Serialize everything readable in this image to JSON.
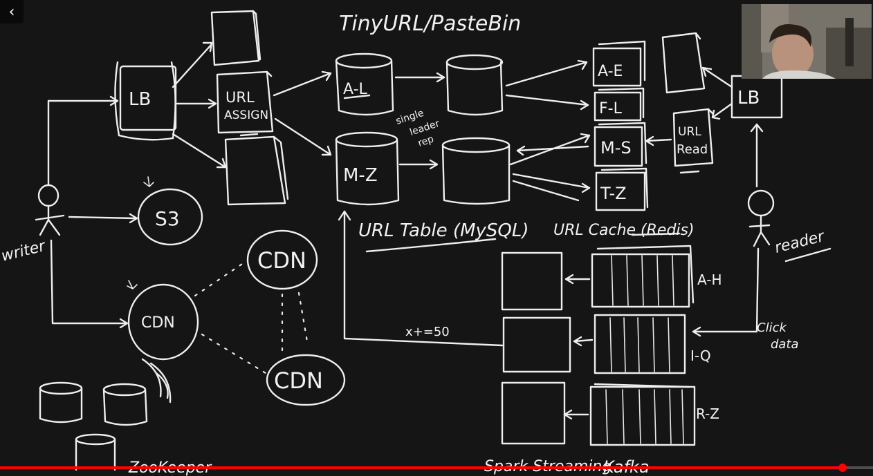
{
  "board": {
    "title": "TinyURL/PasteBin",
    "writer": "writer",
    "reader": "reader",
    "lb_left": "LB",
    "lb_right": "LB",
    "url_assign": [
      "URL",
      "ASSIGN"
    ],
    "url_read": [
      "URL",
      "Read"
    ],
    "s3": "S3",
    "cdn_main": "CDN",
    "cdn_top": "CDN",
    "cdn_bottom": "CDN",
    "db_shards": [
      "A-L",
      "M-Z"
    ],
    "replication_note": [
      "single",
      "leader",
      "rep"
    ],
    "url_table": "URL Table (MySQL)",
    "cache_shards": [
      "A-E",
      "F-L",
      "M-S",
      "T-Z"
    ],
    "url_cache": "URL Cache (Redis)",
    "kafka_partitions": [
      "A-H",
      "I-Q",
      "R-Z"
    ],
    "click_data": [
      "Click",
      "data"
    ],
    "x_count": "x+=50",
    "zookeeper": "ZooKeeper",
    "spark_streaming": "Spark Streaming",
    "kafka": "Kafka"
  },
  "video": {
    "progress_fraction": 0.965,
    "progress_color": "#ff0000"
  },
  "icons": {
    "back": "chevron-left-icon"
  }
}
